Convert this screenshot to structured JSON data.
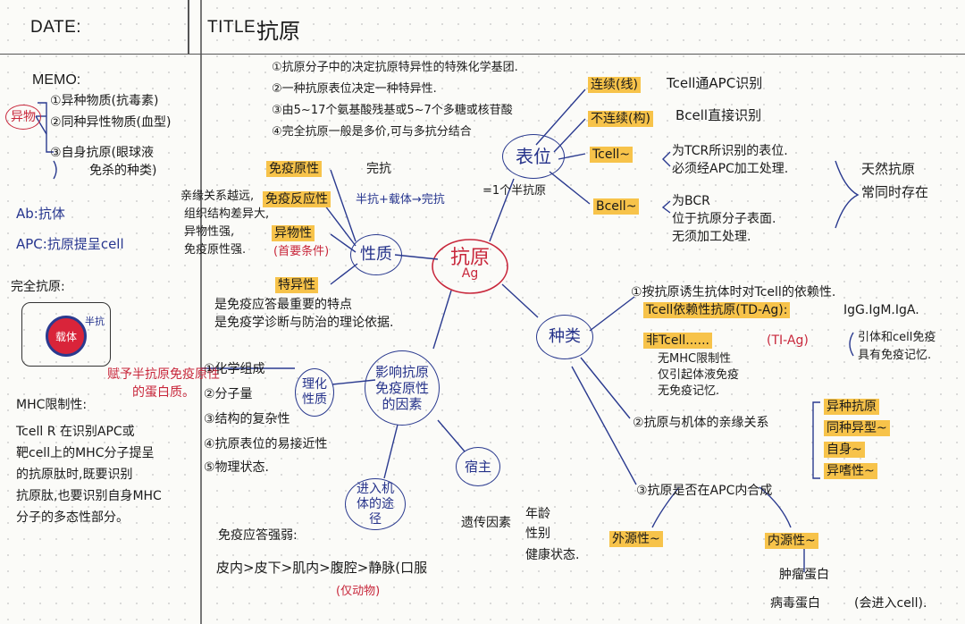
{
  "header": {
    "date_label": "DATE:",
    "title_label": "TITLE:",
    "title_value": "抗原"
  },
  "memo": {
    "label": "MEMO:",
    "yiwu": "异物",
    "items": [
      "①异种物质(抗毒素)",
      "②同种异性物质(血型)",
      "③自身抗原(眼球液",
      "免杀的种类)"
    ],
    "ab": "Ab:抗体",
    "apc": "APC:抗原提呈cell",
    "complete_title": "完全抗原:",
    "carrier": "载体",
    "half": "半抗",
    "note_red": [
      "赋予半抗原免疫原性",
      "的蛋白质。"
    ],
    "mhc": [
      "MHC限制性:",
      "Tcell R 在识别APC或",
      "靶cell上的MHC分子提呈",
      "的抗原肽时,既要识别",
      "抗原肽,也要识别自身MHC",
      "分子的多态性部分。"
    ]
  },
  "center": {
    "main": "抗原",
    "main_sub": "Ag",
    "biaowei": "表位",
    "xingzhi": "性质",
    "zhonglei": "种类",
    "influence": "影响抗原免疫原性的因素",
    "lihua": "理化性质",
    "suzhu": "宿主",
    "route": "进入机体的途径"
  },
  "epitope": {
    "notes": [
      "①抗原分子中的决定抗原特异性的特殊化学基团.",
      "②一种抗原表位决定一种特异性.",
      "③由5~17个氨基酸残基或5~7个多糖或核苷酸",
      "④完全抗原一般是多价,可与多抗分结合"
    ],
    "count": "=1个半抗原",
    "lianxu": "连续(线)",
    "lianxu_note": "Tcell通APC识别",
    "bulianxu": "不连续(构)",
    "bulianxu_note": "Bcell直接识别",
    "tcell": "Tcell~",
    "tcell_note": [
      "为TCR所识别的表位.",
      "必须经APC加工处理."
    ],
    "bcell": "Bcell~",
    "bcell_note": [
      "为BCR",
      "位于抗原分子表面.",
      "无须加工处理."
    ],
    "nat": [
      "天然抗原",
      "常同时存在"
    ]
  },
  "properties": {
    "myyx": "免疫原性",
    "wankang": "完抗",
    "myfyx": "免疫反应性",
    "bankang": "半抗+载体→完抗",
    "ywx": "异物性",
    "ywx_sub": "(首要条件)",
    "tyx": "特异性",
    "left_notes": [
      "亲缘关系越远,",
      "组织结构差异大,",
      "异物性强,",
      "免疫原性强."
    ],
    "tyx_notes": [
      "是免疫应答最重要的特点",
      "是免疫学诊断与防治的理论依据."
    ]
  },
  "factors": {
    "lihua_items": [
      "①化学组成",
      "②分子量",
      "③结构的复杂性",
      "④抗原表位的易接近性",
      "⑤物理状态."
    ],
    "suzhu_items": [
      "遗传因素",
      "年龄",
      "性别",
      "健康状态."
    ],
    "route_title": "免疫应答强弱:",
    "route_order": "皮内>皮下>肌内>腹腔>静脉(口服",
    "route_note": "(仅动物)"
  },
  "types": {
    "t1": "①按抗原诱生抗体时对Tcell的依赖性.",
    "td": "Tcell依赖性抗原(TD-Ag):",
    "td_ab": "IgG.IgM.IgA.",
    "fei": "非Tcell......",
    "tiag": "(TI-Ag)",
    "fei_notes": [
      "无MHC限制性",
      "仅引起体液免疫",
      "无免疫记忆."
    ],
    "ti_notes": [
      "引体和cell免疫",
      "具有免疫记忆."
    ],
    "t2": "②抗原与机体的亲缘关系",
    "t2_items": [
      "异种抗原",
      "同种异型~",
      "自身~",
      "异嗜性~"
    ],
    "t3": "③抗原是否在APC内合成",
    "waiyuan": "外源性~",
    "neiyuan": "内源性~",
    "neiyuan_items": [
      "肿瘤蛋白",
      "病毒蛋白"
    ],
    "neiyuan_note": "(会进入cell)."
  }
}
